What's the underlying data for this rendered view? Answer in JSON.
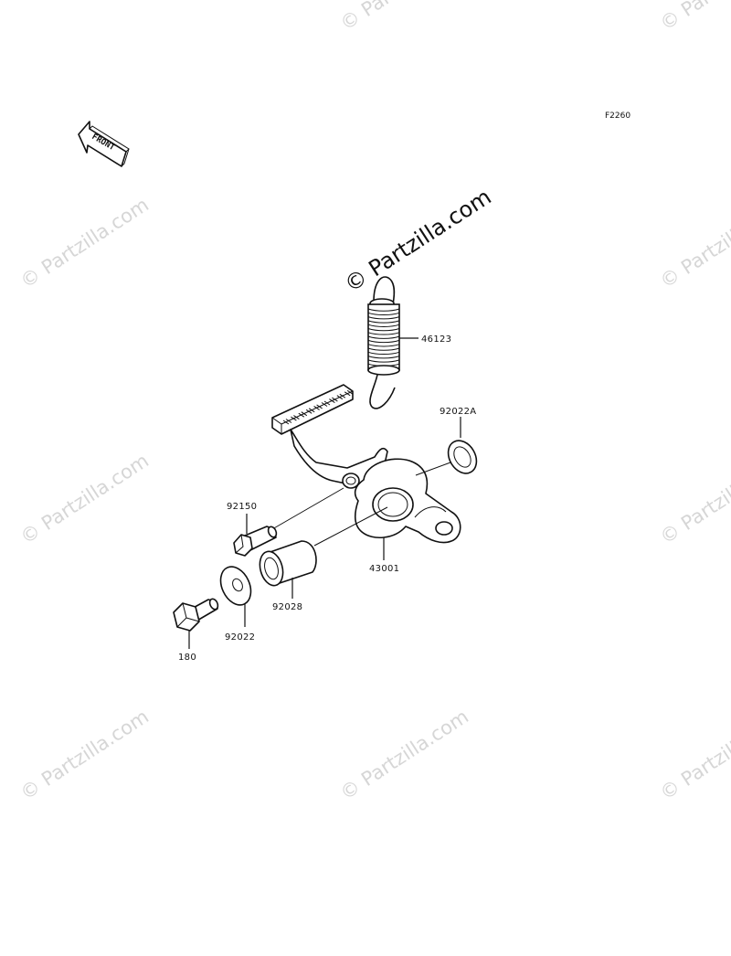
{
  "diagram": {
    "code": "F2260",
    "front_label": "FRONT",
    "center_watermark": "© Partzilla.com",
    "watermark": "© Partzilla.com",
    "parts": [
      {
        "number": "46123"
      },
      {
        "number": "92022A"
      },
      {
        "number": "92150"
      },
      {
        "number": "43001"
      },
      {
        "number": "92028"
      },
      {
        "number": "92022"
      },
      {
        "number": "180"
      }
    ]
  }
}
